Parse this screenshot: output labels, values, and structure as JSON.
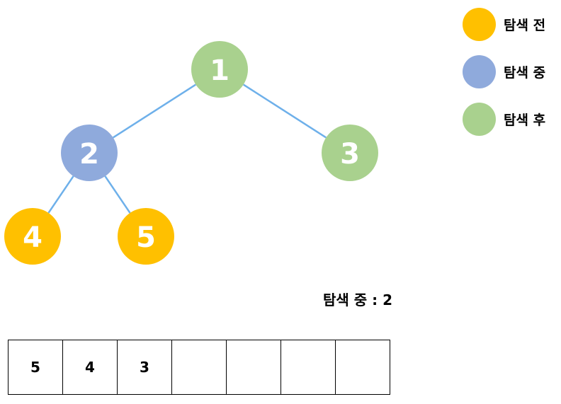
{
  "colors": {
    "before": "#FFC000",
    "visiting": "#8FAADC",
    "after": "#A9D18E",
    "edge": "#6EB0EA"
  },
  "legend": [
    {
      "label": "탐색 전",
      "state": "before"
    },
    {
      "label": "탐색 중",
      "state": "visiting"
    },
    {
      "label": "탐색 후",
      "state": "after"
    }
  ],
  "tree": {
    "nodes": [
      {
        "id": "1",
        "label": "1",
        "state": "after"
      },
      {
        "id": "2",
        "label": "2",
        "state": "visiting"
      },
      {
        "id": "3",
        "label": "3",
        "state": "after"
      },
      {
        "id": "4",
        "label": "4",
        "state": "before"
      },
      {
        "id": "5",
        "label": "5",
        "state": "before"
      }
    ],
    "edges": [
      {
        "from": "1",
        "to": "2"
      },
      {
        "from": "1",
        "to": "3"
      },
      {
        "from": "2",
        "to": "4"
      },
      {
        "from": "2",
        "to": "5"
      }
    ]
  },
  "status": {
    "text": "탐색 중 : 2"
  },
  "queue": {
    "cells": [
      "5",
      "4",
      "3",
      "",
      "",
      "",
      ""
    ]
  }
}
